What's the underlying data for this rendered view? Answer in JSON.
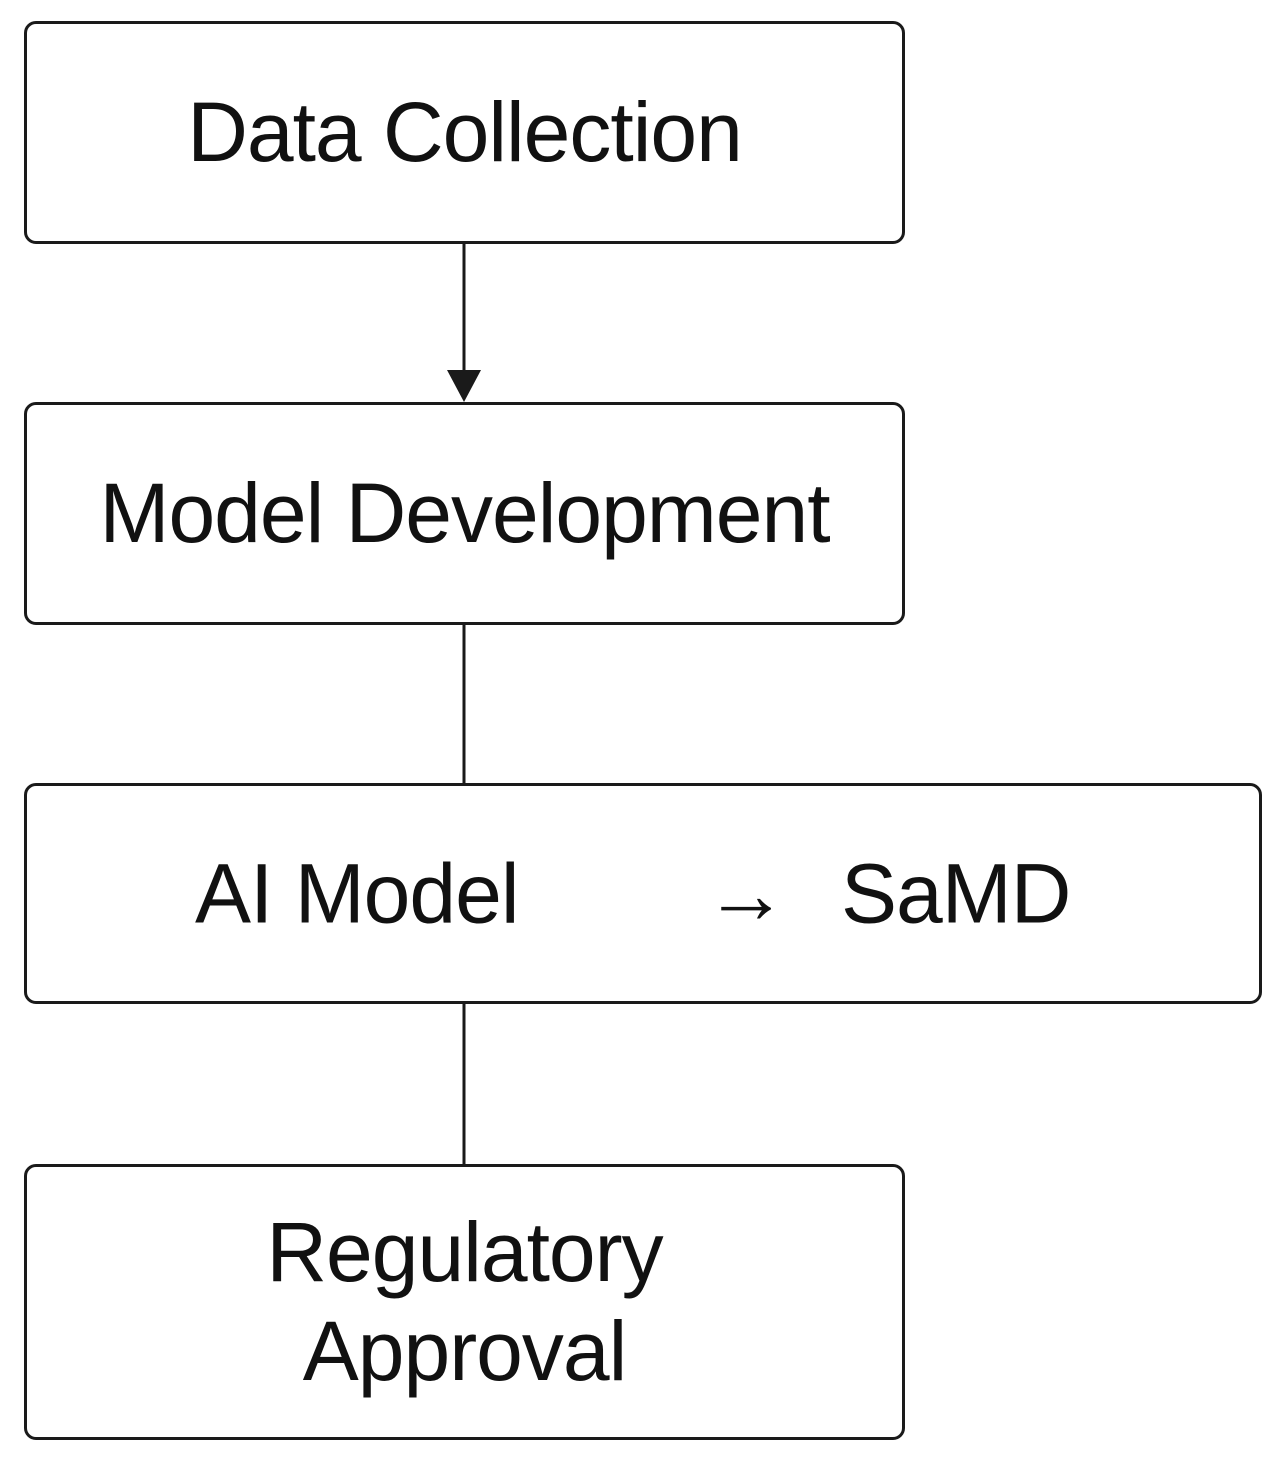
{
  "diagram": {
    "nodes": [
      {
        "id": "data_collection",
        "label": "Data Collection"
      },
      {
        "id": "model_development",
        "label": "Model Development"
      },
      {
        "id": "ai_to_samd",
        "label_left": "AI Model",
        "arrow": "→",
        "label_right": "SaMD"
      },
      {
        "id": "regulatory_approval",
        "label": "Regulatory Approval"
      }
    ],
    "edges": [
      {
        "from": "data_collection",
        "to": "model_development",
        "arrowhead": true
      },
      {
        "from": "model_development",
        "to": "ai_to_samd",
        "arrowhead": false
      },
      {
        "from": "ai_to_samd",
        "to": "regulatory_approval",
        "arrowhead": false
      }
    ]
  }
}
